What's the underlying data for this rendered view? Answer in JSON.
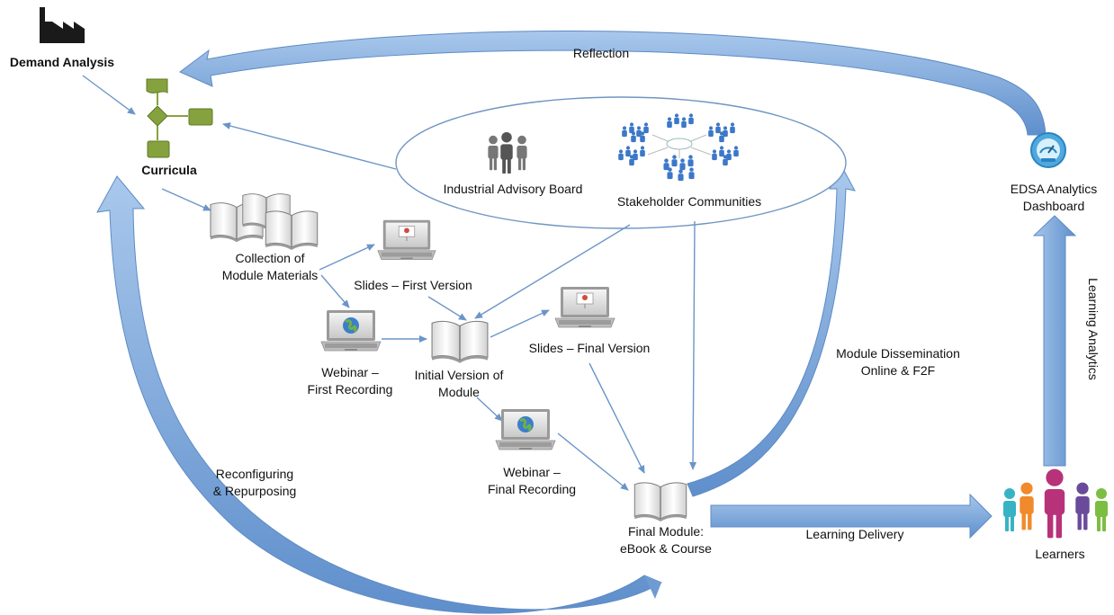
{
  "diagram": {
    "labels": {
      "demand_analysis": "Demand Analysis",
      "reflection": "Reflection",
      "curricula": "Curricula",
      "industrial_advisory_board": "Industrial Advisory Board",
      "stakeholder_communities": "Stakeholder Communities",
      "edsa_dashboard_line1": "EDSA Analytics",
      "edsa_dashboard_line2": "Dashboard",
      "collection_line1": "Collection of",
      "collection_line2": "Module Materials",
      "slides_first": "Slides – First Version",
      "slides_final": "Slides – Final Version",
      "webinar_first_line1": "Webinar –",
      "webinar_first_line2": "First Recording",
      "initial_line1": "Initial Version of",
      "initial_line2": "Module",
      "dissemination_line1": "Module Dissemination",
      "dissemination_line2": "Online & F2F",
      "learning_analytics": "Learning Analytics",
      "reconfiguring_line1": "Reconfiguring",
      "reconfiguring_line2": "& Repurposing",
      "webinar_final_line1": "Webinar –",
      "webinar_final_line2": "Final Recording",
      "final_module_line1": "Final Module:",
      "final_module_line2": "eBook & Course",
      "learning_delivery": "Learning Delivery",
      "learners": "Learners"
    },
    "colors": {
      "arrow_fill": "#79a6d8",
      "arrow_stroke": "#4f7fb8",
      "thin_arrow": "#6b95c8",
      "ellipse_stroke": "#6f95c2",
      "flow_green": "#86a23f",
      "icon_dark": "#1a1a1a",
      "people_blue": "#3c78c8",
      "learner_colors": [
        "#38b3c4",
        "#f08a2a",
        "#b8327a",
        "#6a4a9a",
        "#7cbd43"
      ]
    },
    "icons": [
      "factory-icon",
      "flowchart-icon",
      "people-group-icon",
      "community-network-icon",
      "dashboard-gauge-icon",
      "open-book-icon",
      "laptop-presentation-icon",
      "laptop-globe-icon",
      "learners-icon"
    ]
  }
}
